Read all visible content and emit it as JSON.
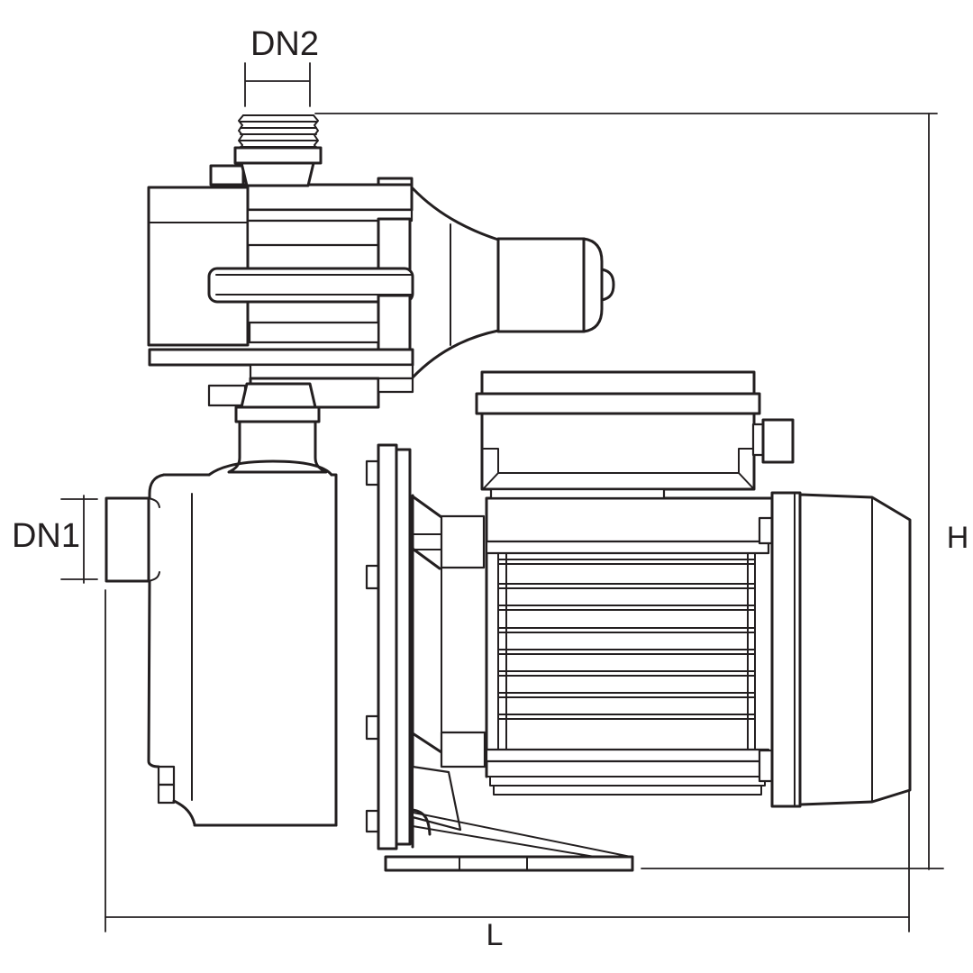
{
  "labels": {
    "outlet_dimension": "DN2",
    "inlet_dimension": "DN1",
    "height_dimension": "H",
    "length_dimension": "L"
  },
  "colors": {
    "line": "#231f20",
    "background": "#ffffff"
  }
}
